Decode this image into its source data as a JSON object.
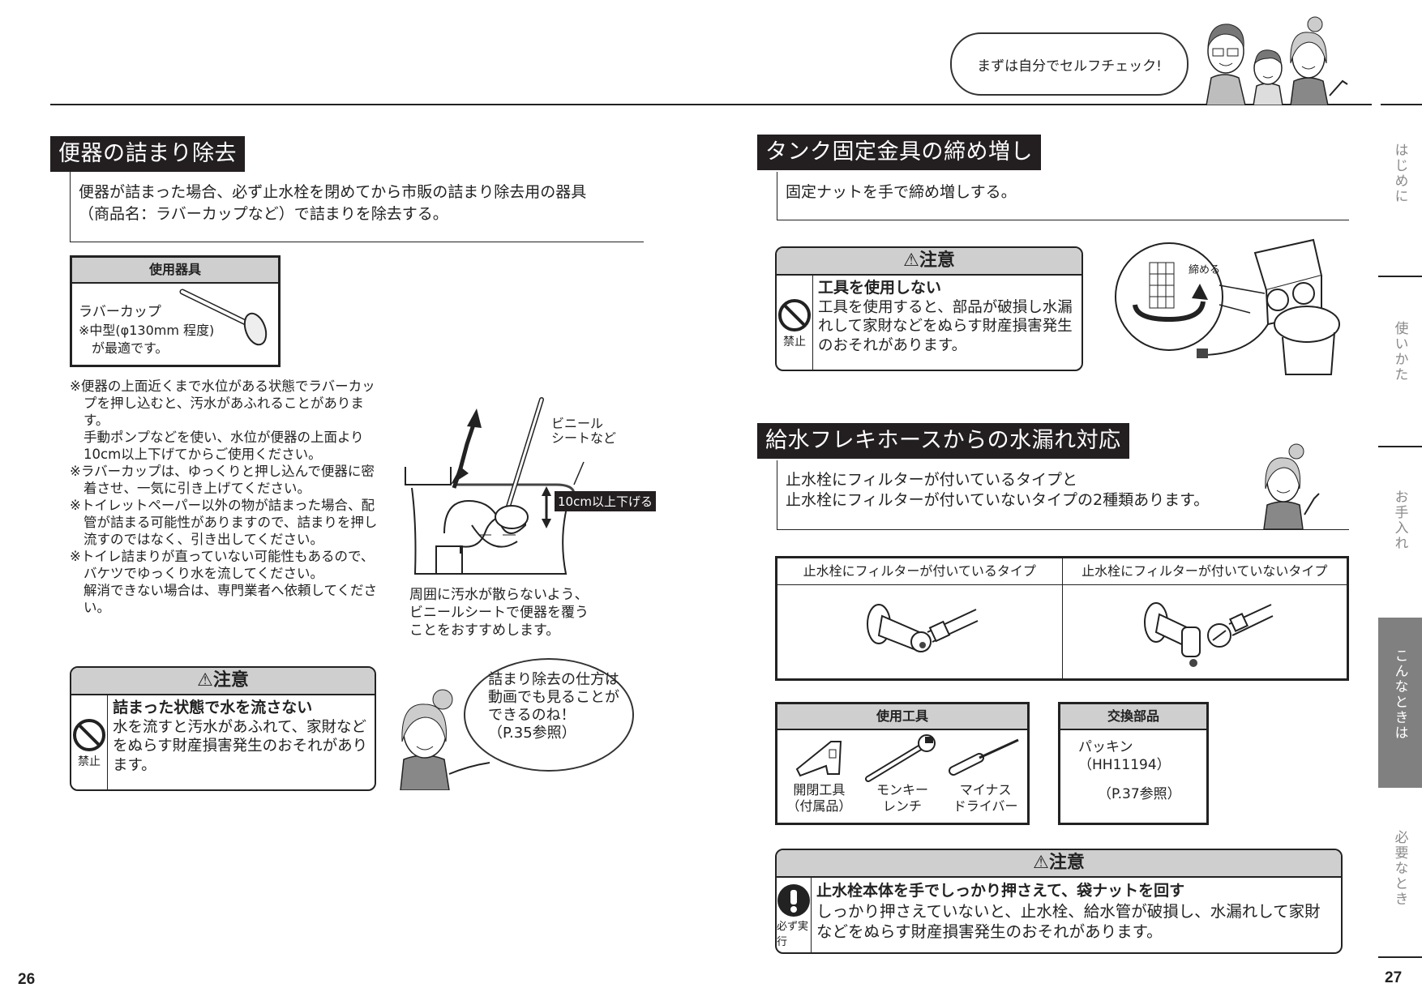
{
  "header": {
    "speech_bubble": "まずは自分でセルフチェック!",
    "characters": [
      "father",
      "child",
      "mother"
    ]
  },
  "left_page": {
    "page_number": "26",
    "section": {
      "title": "便器の詰まり除去",
      "intro": "便器が詰まった場合、必ず止水栓を閉めてから市販の詰まり除去用の器具\n（商品名：ラバーカップなど）で詰まりを除去する。"
    },
    "tools_box": {
      "header": "使用器具",
      "item_name": "ラバーカップ",
      "item_note_1": "※中型(φ130mm 程度)",
      "item_note_2": "が最適です。",
      "icon": "plunger-icon"
    },
    "notes": [
      {
        "mark": "※",
        "lines": "便器の上面近くまで水位がある状態でラバーカップを押し込むと、汚水があふれることがあります。",
        "cont": "手動ポンプなどを使い、水位が便器の上面より10cm以上下げてからご使用ください。"
      },
      {
        "mark": "※",
        "lines": "ラバーカップは、ゆっくりと押し込んで便器に密着させ、一気に引き上げてください。",
        "cont": ""
      },
      {
        "mark": "※",
        "lines": "トイレットペーパー以外の物が詰まった場合、配管が詰まる可能性がありますので、詰まりを押し流すのではなく、引き出してください。",
        "cont": ""
      },
      {
        "mark": "※",
        "lines": "トイレ詰まりが直っていない可能性もあるので、バケツでゆっくり水を流してください。",
        "cont": "解消できない場合は、専門業者へ依頼してください。"
      }
    ],
    "diagram": {
      "label_sheet": "ビニール\nシートなど",
      "label_depth": "10cm以上下げる",
      "caption": "周囲に汚水が散らないよう、\nビニールシートで便器を覆う\nことをおすすめします。"
    },
    "caution": {
      "header": "⚠注意",
      "symbol_label": "禁止",
      "title": "詰まった状態で水を流さない",
      "body": "水を流すと汚水があふれて、家財などをぬらす財産損害発生のおそれがあります。"
    },
    "tip_bubble": "詰まり除去の仕方は\n動画でも見ることが\nできるのね！\n（P.35参照）"
  },
  "right_page": {
    "page_number": "27",
    "section1": {
      "title": "タンク固定金具の締め増し",
      "intro": "固定ナットを手で締め増しする。",
      "caution": {
        "header": "⚠注意",
        "symbol_label": "禁止",
        "title": "工具を使用しない",
        "body": "工具を使用すると、部品が破損し水漏れして家財などをぬらす財産損害発生のおそれがあります。"
      },
      "diagram_label": "締める"
    },
    "section2": {
      "title": "給水フレキホースからの水漏れ対応",
      "intro": "止水栓にフィルターが付いているタイプと\n止水栓にフィルターが付いていないタイプの2種類あります。",
      "type_table": {
        "columns": [
          "止水栓にフィルターが付いているタイプ",
          "止水栓にフィルターが付いていないタイプ"
        ]
      },
      "tools_box": {
        "header": "使用工具",
        "items": [
          {
            "label1": "開閉工具",
            "label2": "（付属品）",
            "icon": "opener-tool-icon"
          },
          {
            "label1": "モンキー",
            "label2": "レンチ",
            "icon": "wrench-icon"
          },
          {
            "label1": "マイナス",
            "label2": "ドライバー",
            "icon": "screwdriver-icon"
          }
        ]
      },
      "parts_box": {
        "header": "交換部品",
        "item": "パッキン",
        "code": "（HH11194）",
        "ref": "（P.37参照）"
      },
      "caution": {
        "header": "⚠注意",
        "symbol_label": "必ず実行",
        "title": "止水栓本体を手でしっかり押さえて、袋ナットを回す",
        "body": "しっかり押さえていないと、止水栓、給水管が破損し、水漏れして家財などをぬらす財産損害発生のおそれがあります。"
      }
    }
  },
  "side_tabs": [
    {
      "label": "はじめに",
      "active": false
    },
    {
      "label": "使いかた",
      "active": false
    },
    {
      "label": "お手入れ",
      "active": false
    },
    {
      "label": "こんなときは",
      "active": true
    },
    {
      "label": "必要なとき",
      "active": false
    }
  ]
}
